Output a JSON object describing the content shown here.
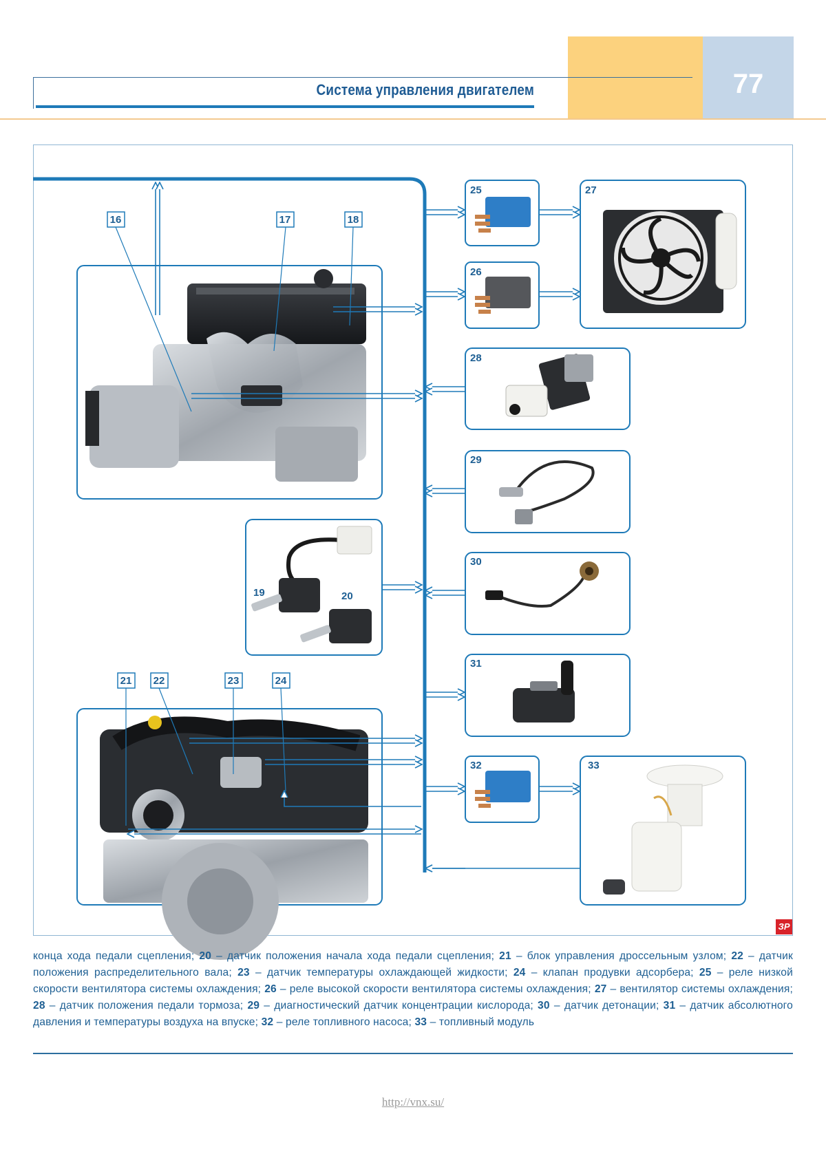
{
  "header": {
    "title": "Система управления двигателем",
    "page_number": "77"
  },
  "callouts": {
    "c16": "16",
    "c17": "17",
    "c18": "18",
    "c19": "19",
    "c20": "20",
    "c21": "21",
    "c22": "22",
    "c23": "23",
    "c24": "24",
    "c25": "25",
    "c26": "26",
    "c27": "27",
    "c28": "28",
    "c29": "29",
    "c30": "30",
    "c31": "31",
    "c32": "32",
    "c33": "33"
  },
  "caption": {
    "t01": "конца хода педали сцепления; ",
    "n20": "20",
    "t02": " – датчик положения начала хода педали сцепления; ",
    "n21": "21",
    "t03": " – блок управления дроссельным узлом; ",
    "n22": "22",
    "t04": " – датчик положения распределительного вала; ",
    "n23": "23",
    "t05": " – датчик температуры охлаждающей жидкости; ",
    "n24": "24",
    "t06": " – клапан продувки адсорбера; ",
    "n25": "25",
    "t07": " – реле низкой скорости вентилятора системы охлаждения; ",
    "n26": "26",
    "t08": " – реле высокой скорости вентилятора системы охлаждения; ",
    "n27": "27",
    "t09": " – вентилятор системы охлаждения; ",
    "n28": "28",
    "t10": " – датчик положения педали тормоза; ",
    "n29": "29",
    "t11": " – диагностический датчик концентрации кислорода; ",
    "n30": "30",
    "t12": " – датчик детонации; ",
    "n31": "31",
    "t13": " – датчик абсолютного давления и температуры воздуха на впуске; ",
    "n32": "32",
    "t14": " – реле топливного насоса; ",
    "n33": "33",
    "t15": " – топливный модуль"
  },
  "badge": "ЗР",
  "footer": {
    "link": "http://vnx.su/"
  },
  "colors": {
    "accent_blue": "#1e7ab8",
    "header_yellow": "#fcd27e",
    "header_blue": "#c4d6e8",
    "badge_red": "#d8232a"
  }
}
